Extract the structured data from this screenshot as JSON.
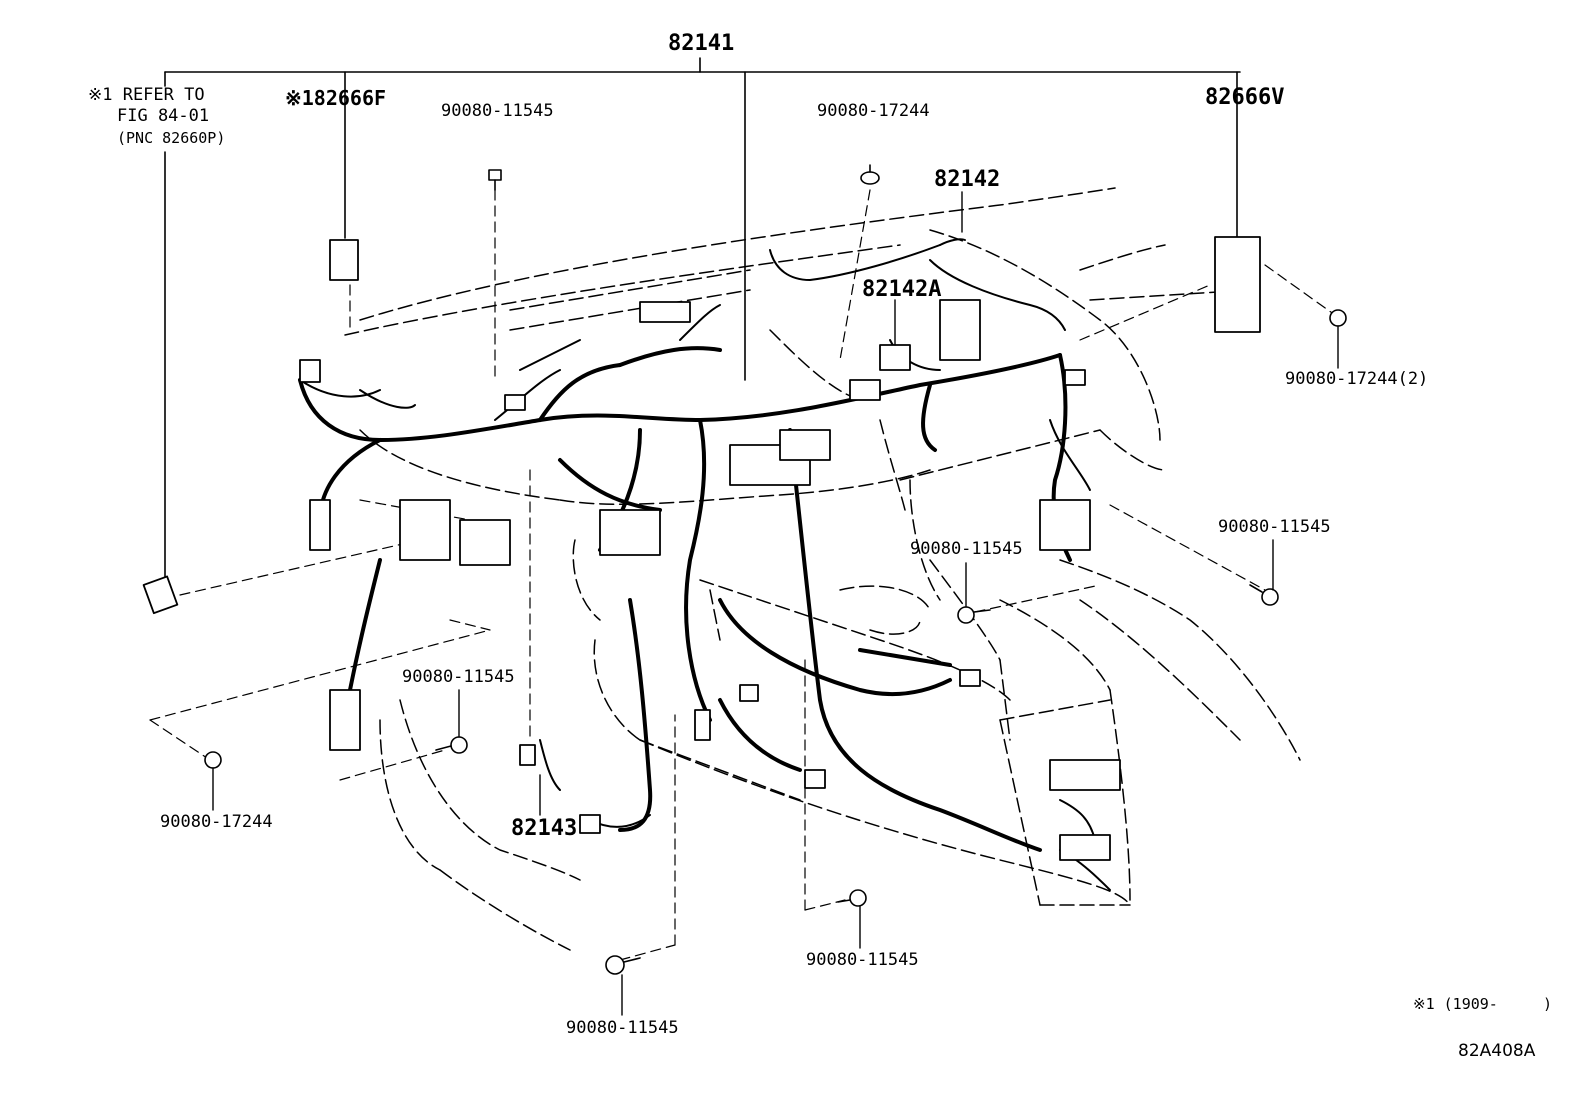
{
  "diagram": {
    "labels": {
      "main_harness": "82141",
      "note_refer": "※1 REFER TO",
      "note_fig": "FIG 84-01",
      "note_pnc": "(PNC 82660P)",
      "bracket_left": "※182666F",
      "bracket_right": "82666V",
      "bolt_top_left": "90080-11545",
      "clip_top_center": "90080-17244",
      "harness_82142": "82142",
      "harness_82142a": "82142A",
      "clip_right_qty": "90080-17244(2)",
      "bolt_right_far": "90080-11545",
      "bolt_right_mid": "90080-11545",
      "bolt_left_mid": "90080-11545",
      "clip_left": "90080-17244",
      "harness_82143": "82143",
      "bolt_bottom_center": "90080-11545",
      "bolt_bottom_left": "90080-11545",
      "footnote": "※1 (1909-     )",
      "figure_code": "82A408A"
    }
  }
}
